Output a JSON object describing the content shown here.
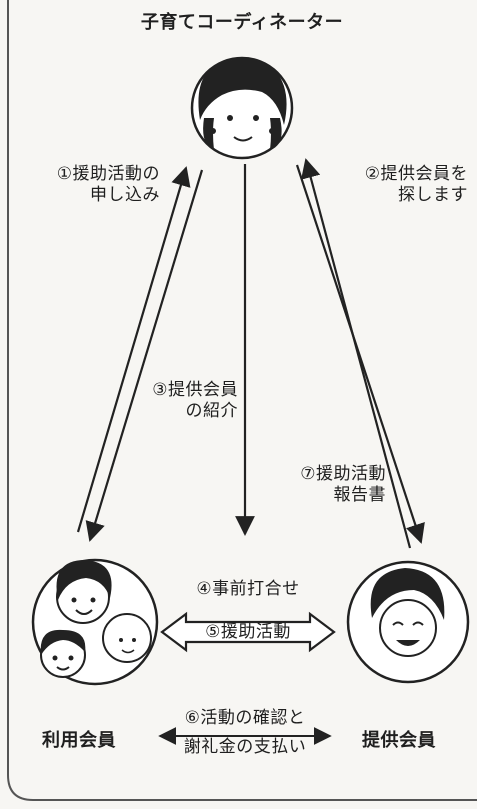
{
  "title": "子育てコーディネーター",
  "steps": {
    "s1": {
      "line1": "①援助活動の",
      "line2": "申し込み"
    },
    "s2": {
      "line1": "②提供会員を",
      "line2": "探します"
    },
    "s3": {
      "line1": "③提供会員",
      "line2": "の紹介"
    },
    "s4": "④事前打合せ",
    "s5": "⑤援助活動",
    "s6": {
      "line1": "⑥活動の確認と",
      "line2": "謝礼金の支払い"
    },
    "s7": {
      "line1": "⑦援助活動",
      "line2": "報告書"
    }
  },
  "members": {
    "user": "利用会員",
    "provider": "提供会員"
  },
  "icons": {
    "coordinator": "coordinator-face-icon",
    "user": "family-faces-icon",
    "provider": "elderly-woman-face-icon"
  }
}
